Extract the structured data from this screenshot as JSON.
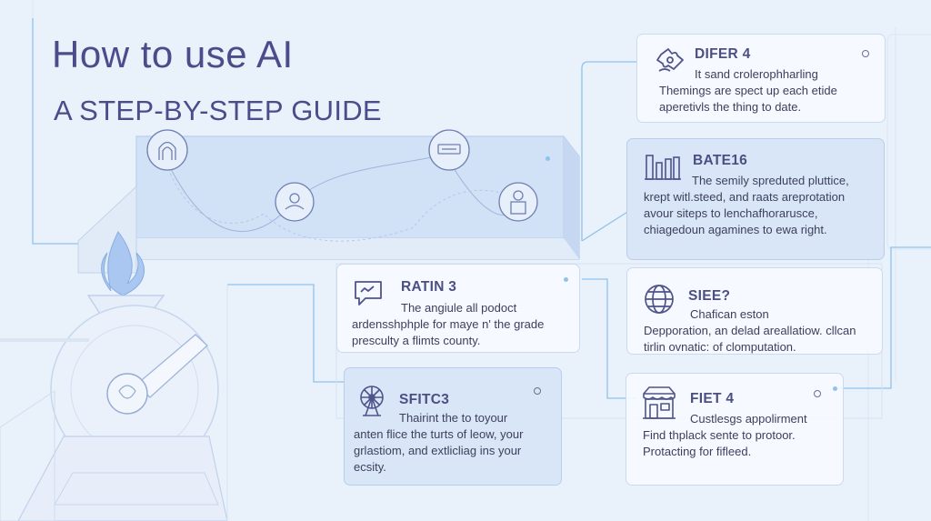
{
  "header": {
    "title": "How to use AI",
    "subtitle": "A STEP-BY-STEP GUIDE"
  },
  "cards": [
    {
      "id": "difer",
      "icon": "puzzle-hand-icon",
      "title": "DIFER 4",
      "lines": [
        "It sand crolerophharling",
        "Themings are spect up each etide",
        "aperetivls the thing to date."
      ]
    },
    {
      "id": "bate",
      "icon": "bar-chart-icon",
      "title": "BATE16",
      "lines": [
        "The semily spreduted pluttice,",
        "krept witl.steed, and raats areprotation",
        "avour siteps to lenchafhorarusce,",
        "chiagedoun agamines to ewa right."
      ]
    },
    {
      "id": "ratin",
      "icon": "chat-bubble-icon",
      "title": "RATIN 3",
      "lines": [
        "The angiule all podoct",
        "ardensshphple for maye n' the grade",
        "presculty a flimts county."
      ]
    },
    {
      "id": "siee",
      "icon": "globe-icon",
      "title": "SIEE?",
      "lines": [
        "Chafican eston",
        "Depporation, an delad areallatiow. cllcan",
        "tirlin ovnatic: of clomputation."
      ]
    },
    {
      "id": "sfitc",
      "icon": "ferris-wheel-icon",
      "title": "SFITC3",
      "lines": [
        "Thairint the to toyour",
        "anten flice the turts of leow, your",
        "grlastiom, and extlicliag ins your",
        "ecsity."
      ]
    },
    {
      "id": "fiet",
      "icon": "storefront-icon",
      "title": "FIET 4",
      "lines": [
        "Custlesgs appolirment",
        "Find thplack sente to protoor.",
        "Protacting for fifleed."
      ]
    }
  ],
  "colors": {
    "background": "#e9f1fb",
    "accent": "#4a4d8a",
    "line": "#8fc3ec",
    "card_border": "#cbdaf0",
    "card_highlight": "#d8e6f8"
  }
}
